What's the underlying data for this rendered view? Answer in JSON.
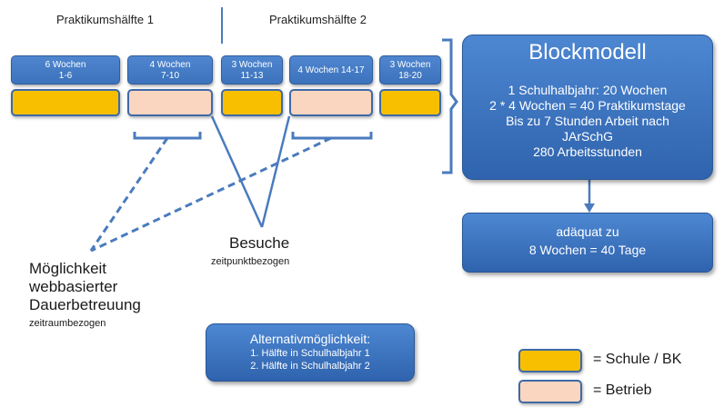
{
  "headers": {
    "half1": "Praktikumshälfte 1",
    "half2": "Praktikumshälfte 2"
  },
  "weeks": [
    {
      "line1": "6 Wochen",
      "line2": "1-6"
    },
    {
      "line1": "4 Wochen",
      "line2": "7-10"
    },
    {
      "line1": "3 Wochen",
      "line2": "11-13"
    },
    {
      "line1": "4 Wochen 14-17",
      "line2": ""
    },
    {
      "line1": "3 Wochen",
      "line2": "18-20"
    }
  ],
  "slots": [
    "school",
    "company",
    "school",
    "company",
    "school"
  ],
  "blockmodell": {
    "title": "Blockmodell",
    "lines": [
      "1 Schulhalbjahr: 20 Wochen",
      "2 * 4 Wochen = 40 Praktikumstage",
      "Bis zu 7  Stunden  Arbeit nach",
      "JArSchG",
      "280 Arbeitsstunden"
    ]
  },
  "equivalent": {
    "line1": "adäquat zu",
    "line2": "8 Wochen = 40 Tage"
  },
  "visits": {
    "title": "Besuche",
    "sub": "zeitpunktbezogen"
  },
  "web": {
    "lines": [
      "Möglichkeit",
      "webbasierter",
      "Dauerbetreuung"
    ],
    "sub": "zeitraumbezogen"
  },
  "alternative": {
    "title": "Alternativmöglichkeit:",
    "line1": "1. Hälfte in Schulhalbjahr 1",
    "line2": "2. Hälfte in Schulhalbjahr 2"
  },
  "legend": {
    "school": "= Schule / BK",
    "company": "= Betrieb"
  },
  "colors": {
    "school": "#f7bf00",
    "company": "#fad5bf",
    "box": "#3c72bc",
    "line": "#4a7bbd"
  }
}
